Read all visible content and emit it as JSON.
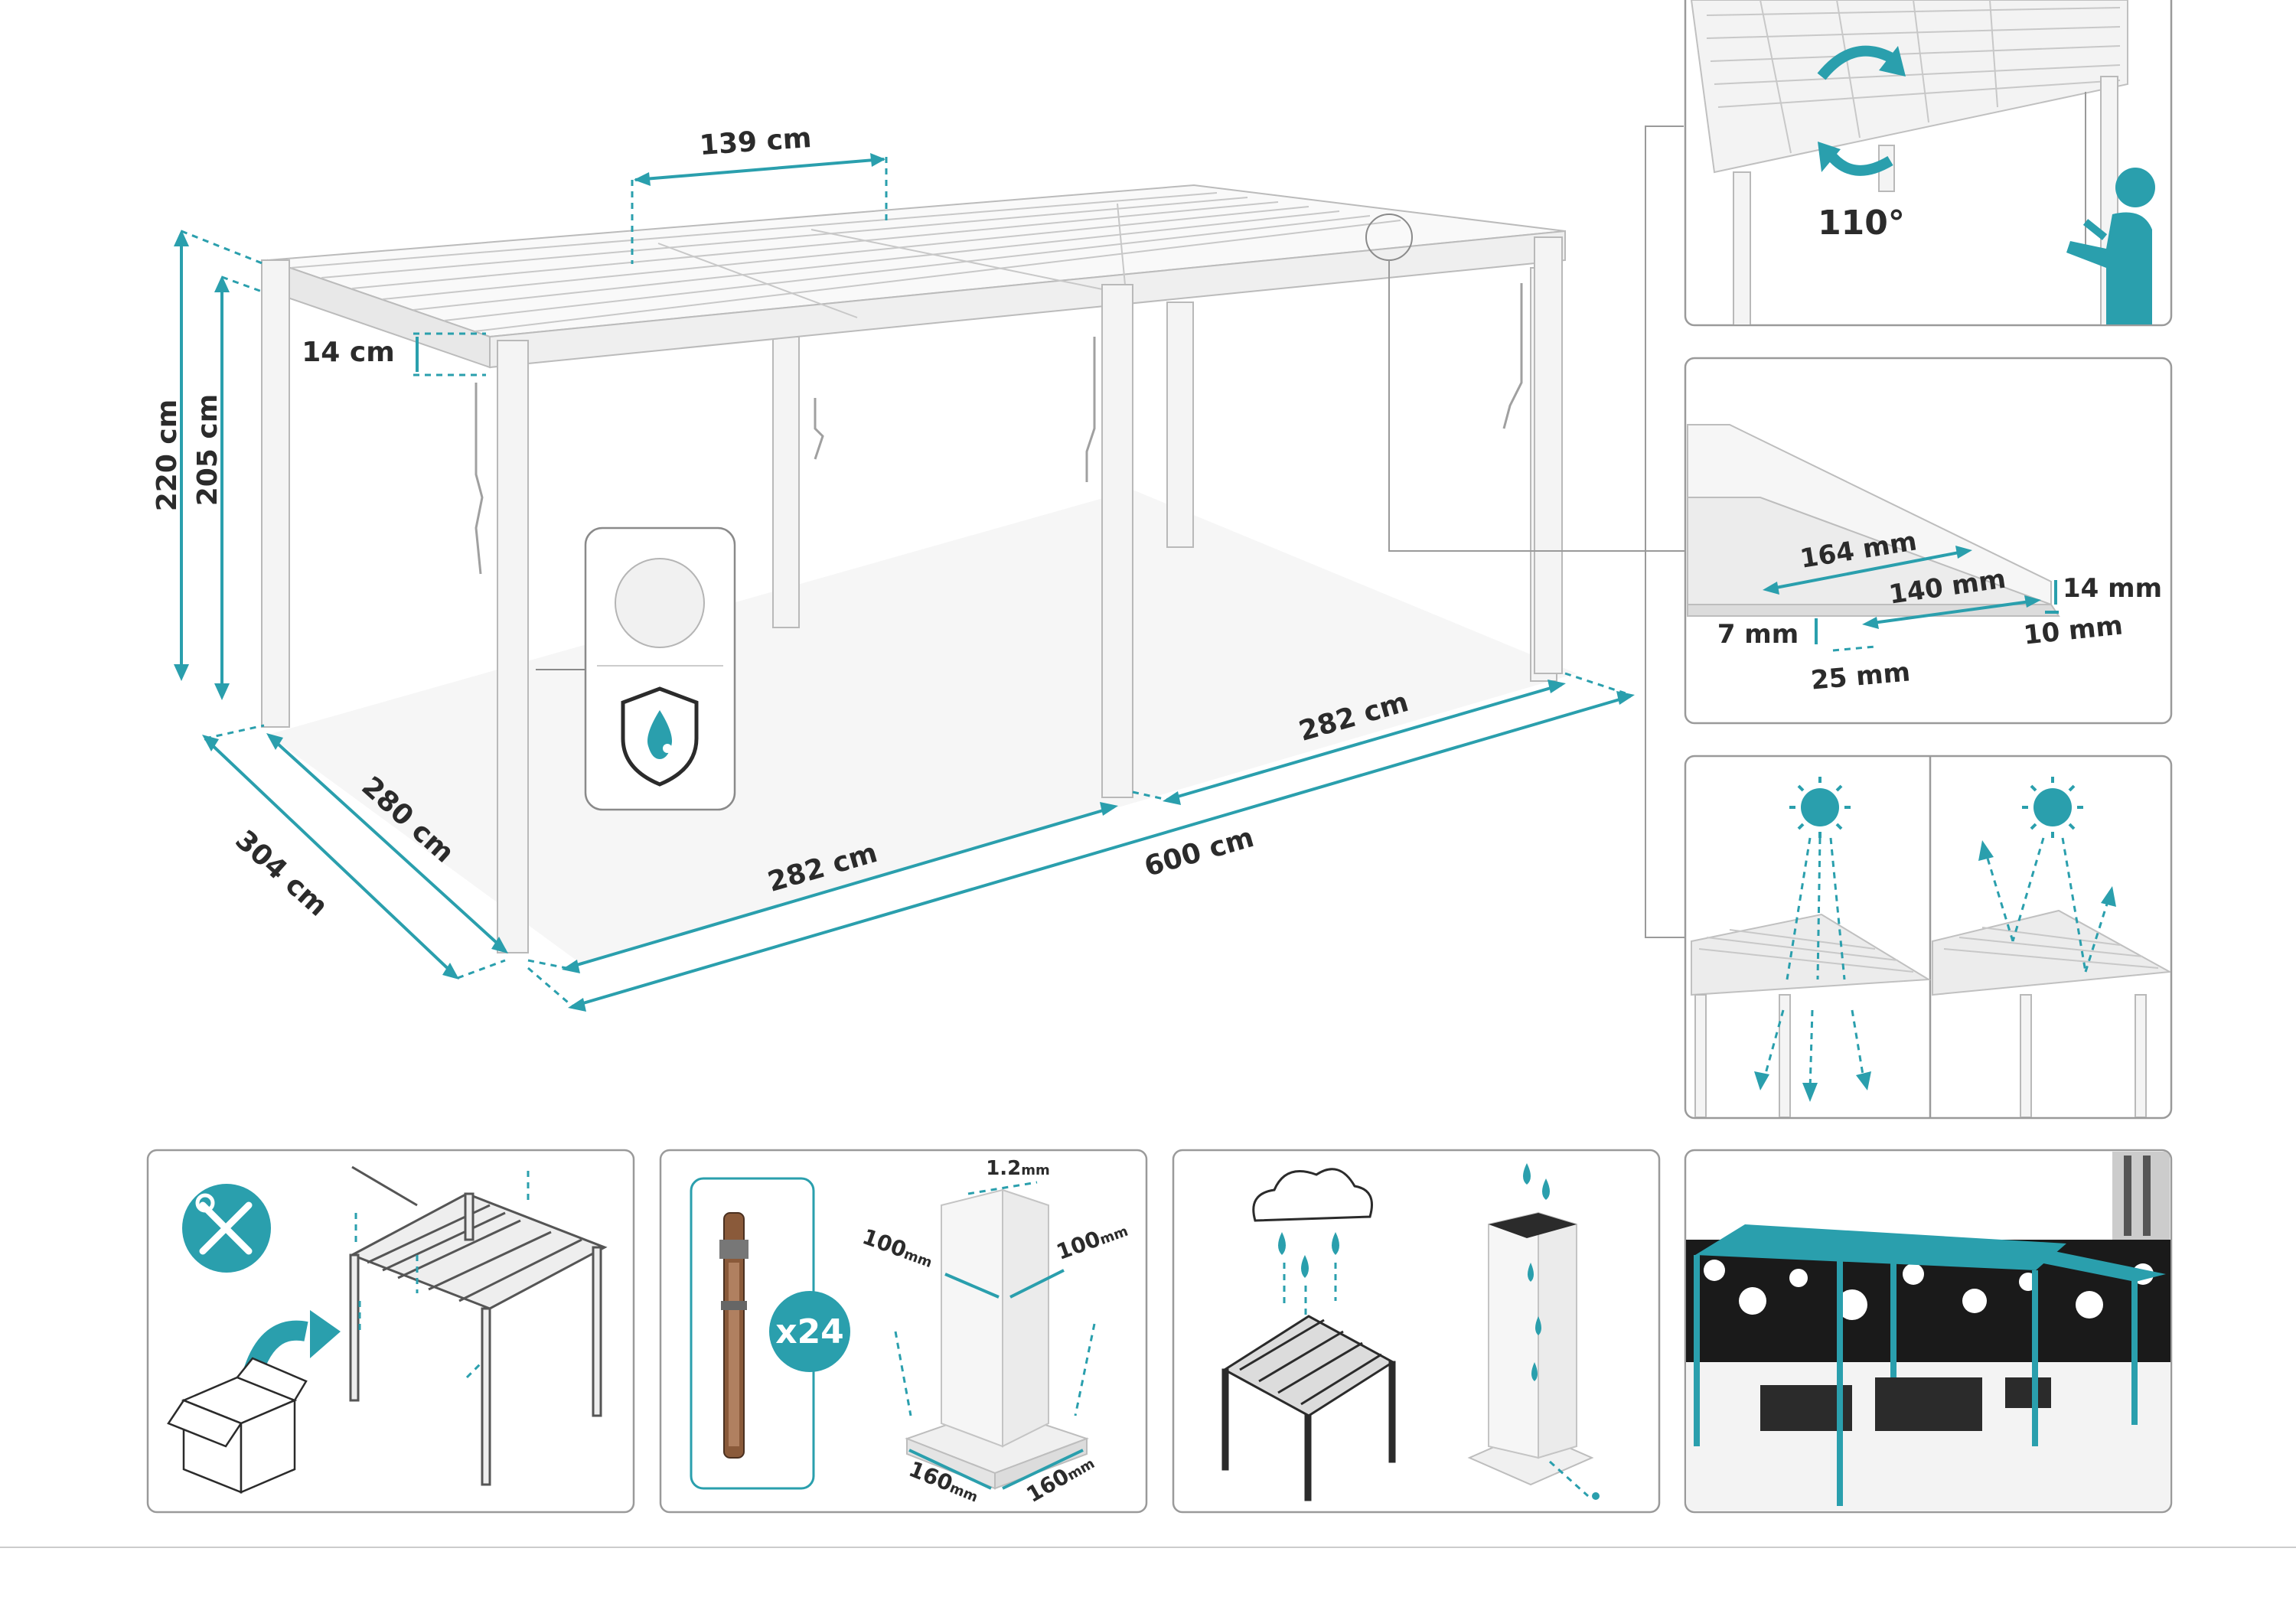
{
  "main_diagram": {
    "dimensions": {
      "top_slat_span": "139 cm",
      "beam_height": "14 cm",
      "total_height": "220 cm",
      "clear_height": "205 cm",
      "inner_depth": "280 cm",
      "outer_depth": "304 cm",
      "module_width_front": "282 cm",
      "module_width_back": "282 cm",
      "total_width": "600 cm"
    }
  },
  "rotation_panel": {
    "angle_label": "110°"
  },
  "slat_profile_panel": {
    "labels": {
      "width_total": "164 mm",
      "width_inner": "140 mm",
      "thickness": "14 mm",
      "lip": "10 mm",
      "edge": "7 mm",
      "groove": "25 mm"
    }
  },
  "sun_panel": {},
  "bottom_panels": {
    "anchor_count": "x24",
    "post_dimensions": {
      "wall": "1.2",
      "wall_unit": "mm",
      "side_a": "100",
      "side_b": "100",
      "base_a": "160",
      "base_b": "160",
      "unit": "mm"
    }
  },
  "colors": {
    "accent": "#2a9fad",
    "frame": "#f4f4f4",
    "outline": "#9a9a9a",
    "text": "#2b2b2b"
  },
  "icons": [
    "tools-icon",
    "box-icon",
    "arrow-icon",
    "water-shield-icon",
    "cloud-icon",
    "rain-drop-icon",
    "sun-icon",
    "rotate-arrows-icon",
    "person-icon"
  ]
}
